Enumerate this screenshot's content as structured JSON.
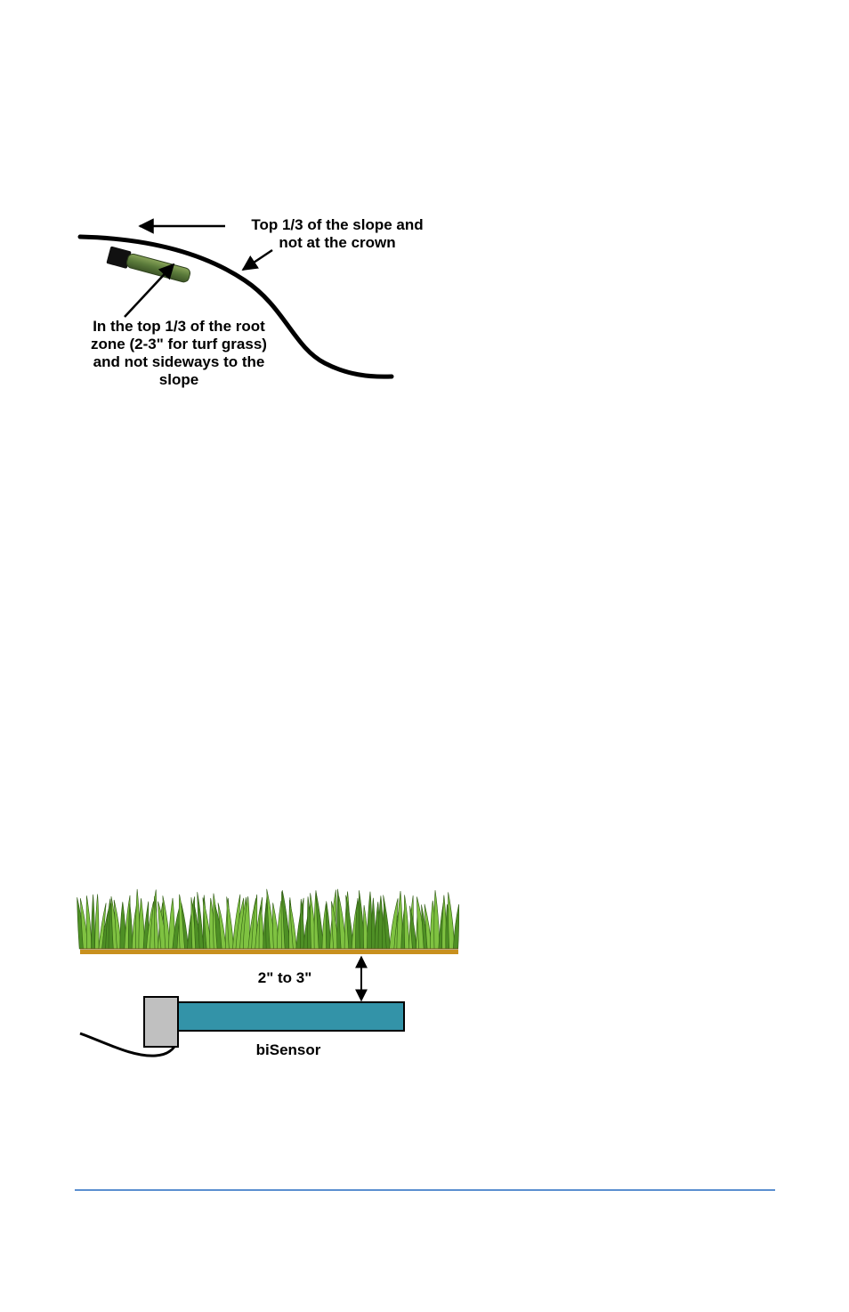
{
  "diagram_slope": {
    "slope_label_line1": "Top 1/3 of the slope and",
    "slope_label_line2": "not at the crown",
    "root_label_line1": "In the top 1/3 of the root",
    "root_label_line2": "zone (2-3\" for turf grass)",
    "root_label_line3": "and not sideways to the",
    "root_label_line4": "slope",
    "colors": {
      "ground_line": "#000000",
      "sensor_body": "#5a7a3a",
      "sensor_cap": "#111111"
    }
  },
  "diagram_depth": {
    "depth_label": "2\" to 3\"",
    "sensor_label": "biSensor",
    "colors": {
      "grass": "#7fc241",
      "grass_dark": "#4e8f25",
      "soil_line": "#c8901e",
      "sensor_body": "#3393a8",
      "sensor_head": "#c0c0c0"
    }
  },
  "footer": {
    "rule_color": "#5b8fd0"
  }
}
